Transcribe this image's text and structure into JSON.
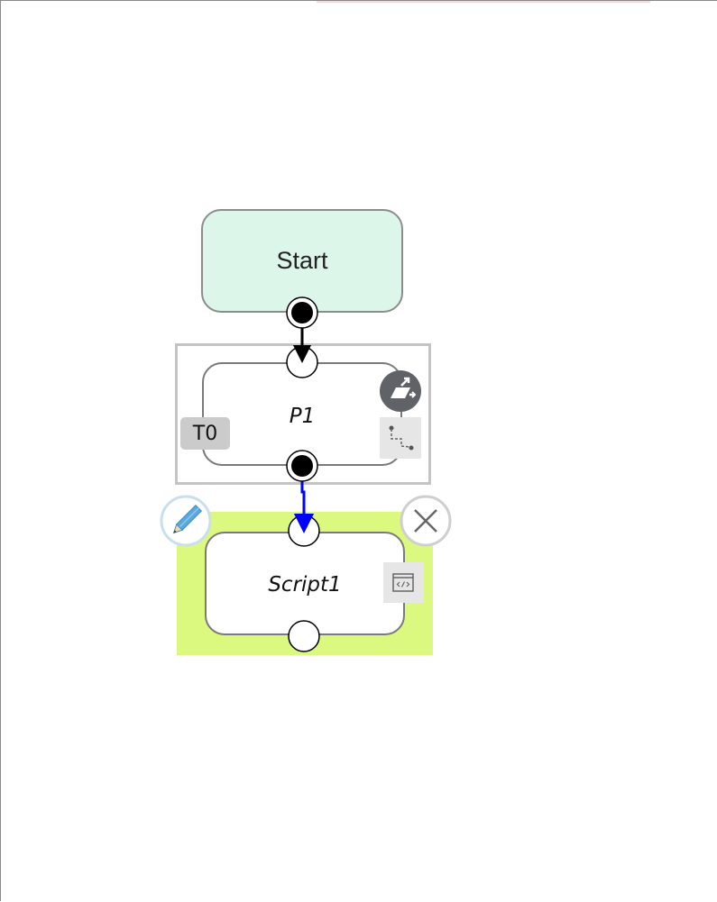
{
  "diagram": {
    "start": {
      "label": "Start"
    },
    "p1": {
      "label": "P1",
      "badge": "T0"
    },
    "script1": {
      "label": "Script1"
    }
  },
  "icons": {
    "deploy": "deploy-icon",
    "route": "route-icon",
    "script": "script-code-icon",
    "edit": "pencil-icon",
    "close": "close-icon"
  },
  "colors": {
    "start_fill": "#ddf6ea",
    "selected_fill": "#dcf97f",
    "edge_default": "#000000",
    "edge_selected": "#0000ff"
  }
}
